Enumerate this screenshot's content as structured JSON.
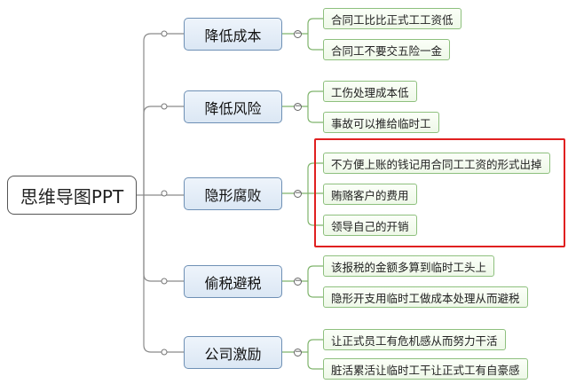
{
  "root": {
    "label": "思维导图PPT"
  },
  "highlight_color": "#e02020",
  "branches": [
    {
      "label": "降低成本",
      "items": [
        "合同工比比正式工工资低",
        "合同工不要交五险一金"
      ]
    },
    {
      "label": "降低风险",
      "items": [
        "工伤处理成本低",
        "事故可以推给临时工"
      ]
    },
    {
      "label": "隐形腐败",
      "items": [
        "不方便上账的钱记用合同工工资的形式出掉",
        "贿赂客户的费用",
        "领导自己的开销"
      ]
    },
    {
      "label": "偷税避税",
      "items": [
        "该报税的金额多算到临时工头上",
        "隐形开支用临时工做成本处理从而避税"
      ]
    },
    {
      "label": "公司激励",
      "items": [
        "让正式员工有危机感从而努力干活",
        "脏活累活让临时工干让正式工有自豪感"
      ]
    }
  ]
}
